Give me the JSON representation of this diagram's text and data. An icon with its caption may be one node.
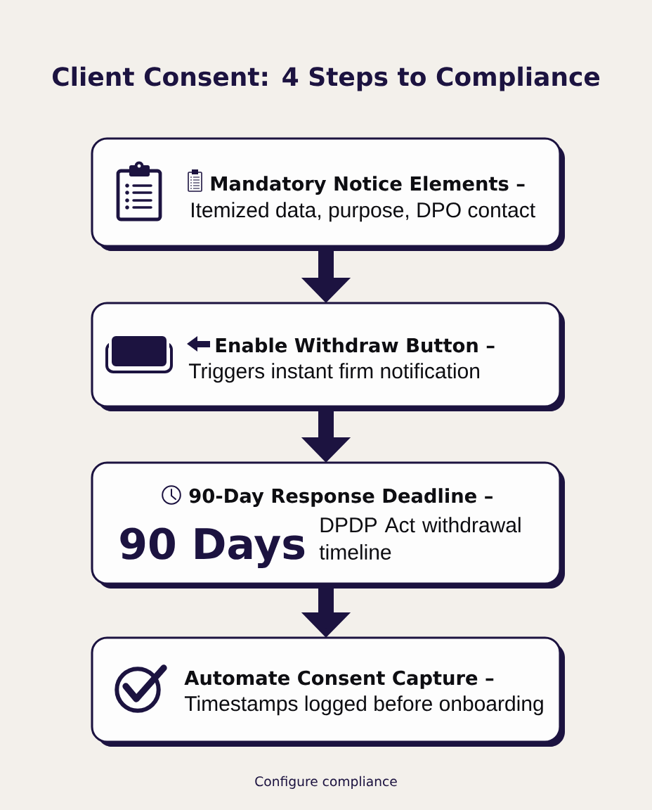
{
  "diagram": {
    "title": "Client Consent: 4 Steps to Compliance",
    "nodes": [
      {
        "text": [
          "Mandatory Notice Elements –",
          "Itemized data, purpose, DPO contact"
        ]
      },
      {
        "text": [
          "Enable Withdraw Button –",
          "Triggers instant firm notification"
        ]
      },
      {
        "text": [
          "90-Day Response Deadline –",
          "90 Days",
          "DPDP Act withdrawal timeline"
        ]
      },
      {
        "text": [
          "Automate Consent Capture –",
          "Timestamps logged before onboarding"
        ]
      }
    ],
    "edges": [
      {
        "from": 0,
        "to": 1,
        "arrow": "to"
      },
      {
        "from": 1,
        "to": 2,
        "arrow": "to"
      },
      {
        "from": 2,
        "to": 3,
        "arrow": "to"
      }
    ],
    "labels": [
      "Configure compliance"
    ]
  }
}
